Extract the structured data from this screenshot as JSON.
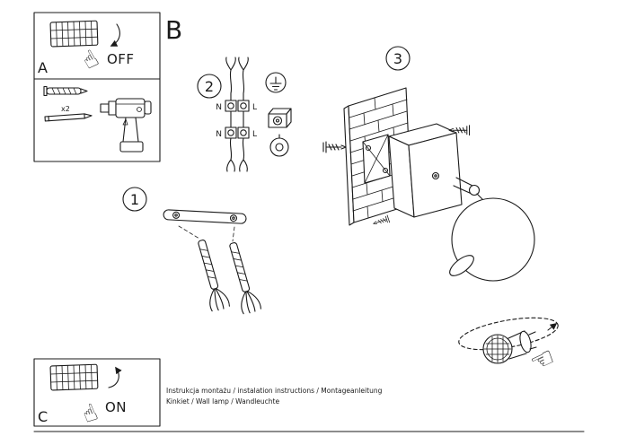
{
  "document": {
    "section_b_label": "B",
    "footer_line1": "Instrukcja montażu / instalation instructions / Montageanleitung",
    "footer_line2": "Kinkiet / Wall lamp / Wandleuchte"
  },
  "panel_a": {
    "label": "A",
    "state": "OFF"
  },
  "panel_c": {
    "label": "C",
    "state": "ON"
  },
  "tools_panel": {
    "anchor_count": "x2"
  },
  "steps": {
    "step1": "1",
    "step2": "2",
    "step3": "3"
  },
  "wiring": {
    "top_n": "N",
    "top_l": "L",
    "bottom_n": "N",
    "bottom_l": "L"
  }
}
